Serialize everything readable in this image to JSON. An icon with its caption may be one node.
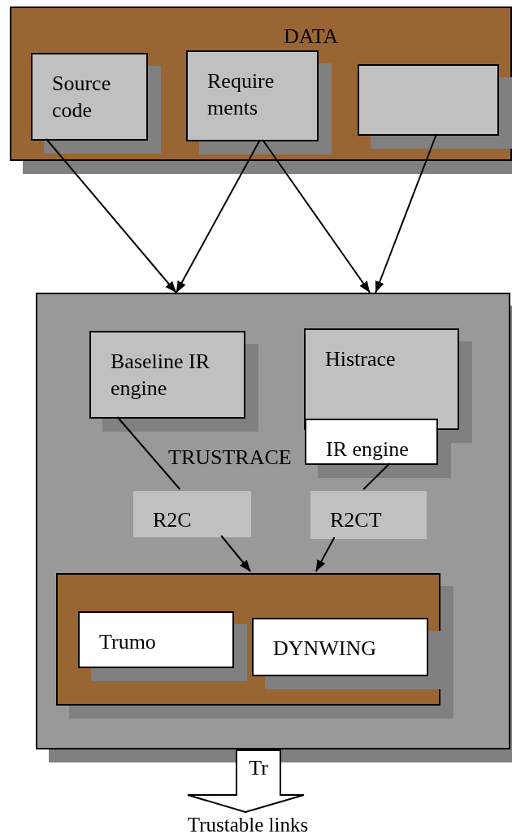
{
  "diagram": {
    "nodes": [
      {
        "text": [
          "DATA"
        ]
      },
      {
        "text": [
          "Source code"
        ],
        "in": 0
      },
      {
        "text": [
          "Requirements"
        ],
        "in": 0
      },
      {
        "text": [],
        "shape": "box",
        "in": 0
      },
      {
        "text": [
          "TRUSTRACE"
        ]
      },
      {
        "text": [
          "Baseline IR engine"
        ],
        "in": 4
      },
      {
        "text": [
          "Histrace"
        ],
        "in": 4
      },
      {
        "text": [
          "IR engine"
        ],
        "in": 4
      },
      {
        "text": [
          "R2C"
        ],
        "in": 4
      },
      {
        "text": [
          "R2CT"
        ],
        "in": 4
      },
      {
        "text": [],
        "shape": "box",
        "in": 4
      },
      {
        "text": [
          "Trumo"
        ],
        "in": 10
      },
      {
        "text": [
          "DYNWING"
        ],
        "in": 10
      },
      {
        "text": [
          "Tr"
        ],
        "beside": [
          "Trustable links"
        ]
      }
    ],
    "edges": [
      {
        "from": 1,
        "to": 4,
        "arrow": "to"
      },
      {
        "from": 2,
        "to": 4,
        "arrow": "to"
      },
      {
        "from": 2,
        "to": 4,
        "arrow": "to"
      },
      {
        "from": 3,
        "to": 4,
        "arrow": "to"
      },
      {
        "from": 5,
        "to": 8,
        "arrow": "none"
      },
      {
        "from": 8,
        "to": 10,
        "arrow": "to"
      },
      {
        "from": 7,
        "to": 9,
        "arrow": "none"
      },
      {
        "from": 9,
        "to": 10,
        "arrow": "to"
      }
    ]
  }
}
